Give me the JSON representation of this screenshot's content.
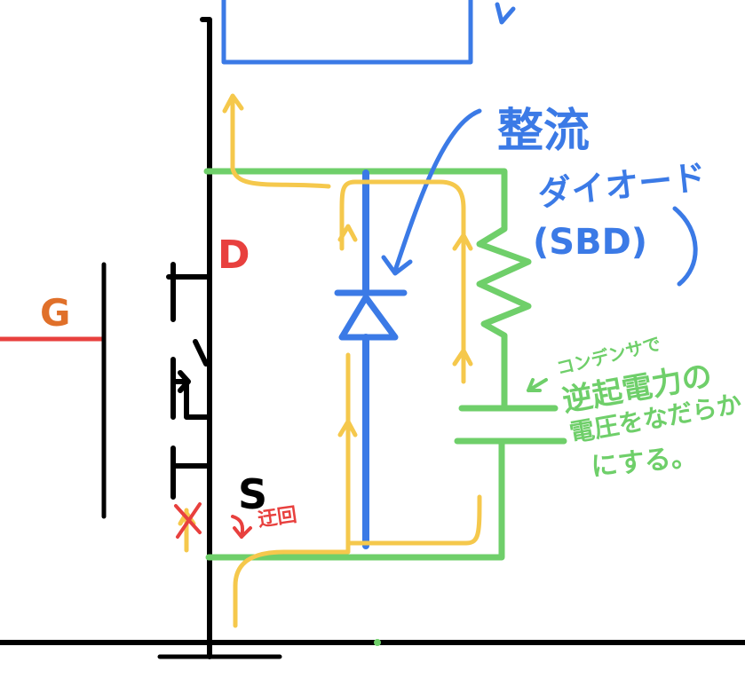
{
  "colors": {
    "wire": "#000000",
    "green_circuit": "#6fcf6a",
    "diode": "#3b7ae6",
    "current": "#f5c84c",
    "gate": "#e8403e",
    "gate_label": "#e0702a",
    "annotation": "#e8403e"
  },
  "labels": {
    "drain": "D",
    "gate": "G",
    "source": "S",
    "detour": "迂回",
    "diode_title": "整流",
    "diode_title2": "ダイオード",
    "diode_abbr": "(SBD)",
    "note_line1": "コンデンサで",
    "note_line2": "逆起電力の",
    "note_line3": "電圧をなだらか",
    "note_line4": "にする。"
  }
}
